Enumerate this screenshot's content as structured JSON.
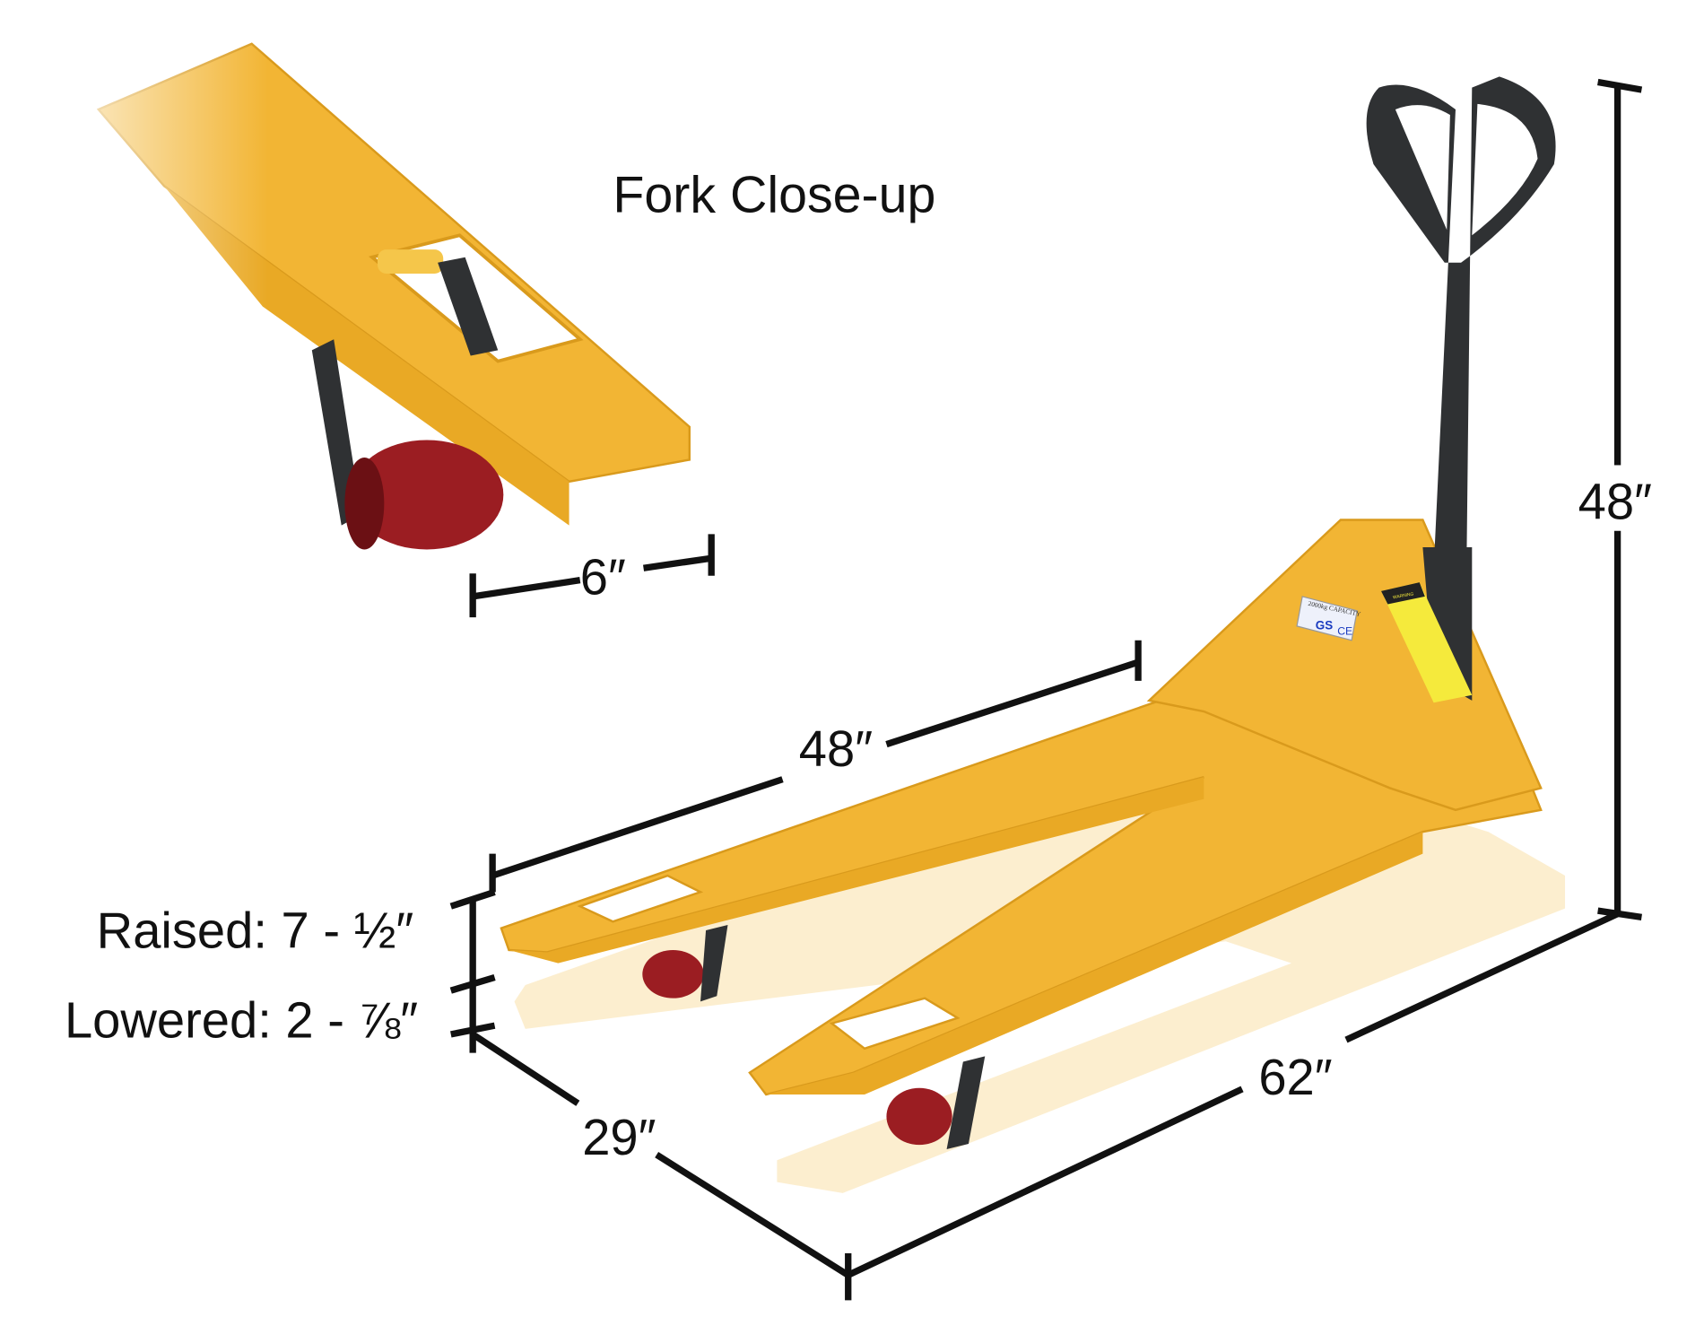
{
  "title": "Fork Close-up",
  "dimensions": {
    "wheel_width": "6″",
    "fork_length": "48″",
    "overall_height": "48″",
    "overall_length": "62″",
    "overall_width": "29″",
    "raised_height": "Raised: 7 - ½″",
    "lowered_height": "Lowered: 2 - ⅞″"
  },
  "labels": {
    "capacity_label": "2000kg CAPACITY",
    "warning_label": "WARNING",
    "gs_mark": "GS",
    "ce_mark": "CE"
  },
  "colors": {
    "body": "#f2b534",
    "handle": "#2f3133",
    "wheel": "#9b1d22",
    "dimension_lines": "#111111"
  }
}
